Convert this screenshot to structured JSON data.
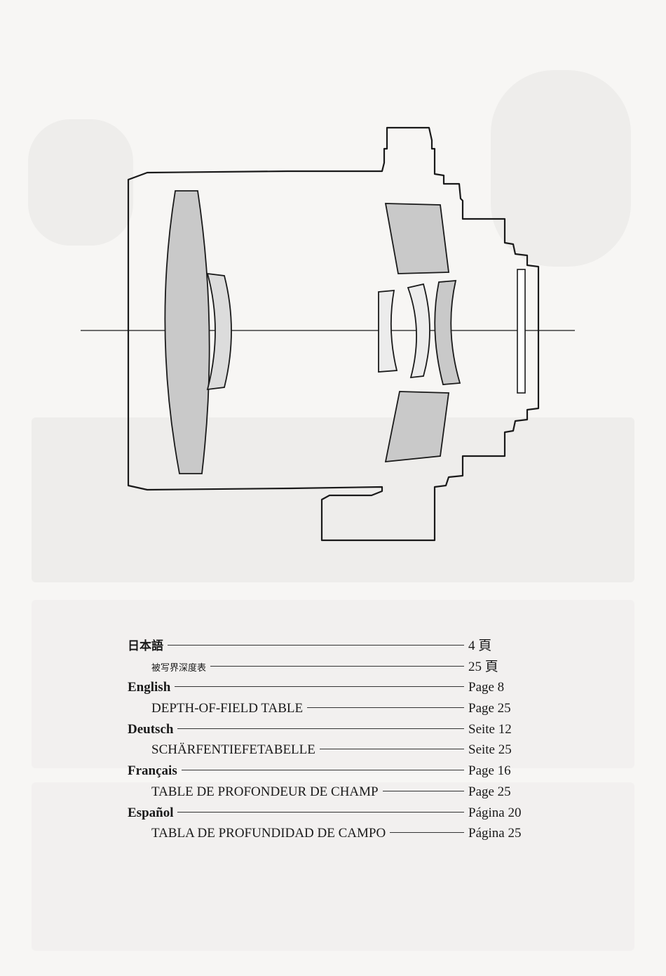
{
  "toc": [
    {
      "label": "日本語",
      "page": "4 頁",
      "level": "top",
      "script": "jp"
    },
    {
      "label": "被写界深度表",
      "page": "25 頁",
      "level": "sub",
      "script": "jp"
    },
    {
      "label": "English",
      "page": "Page 8",
      "level": "top",
      "script": "latin"
    },
    {
      "label": "DEPTH-OF-FIELD TABLE",
      "page": "Page 25",
      "level": "sub",
      "script": "latin"
    },
    {
      "label": "Deutsch",
      "page": "Seite 12",
      "level": "top",
      "script": "latin"
    },
    {
      "label": "SCHÄRFENTIEFETABELLE",
      "page": "Seite 25",
      "level": "sub",
      "script": "latin"
    },
    {
      "label": "Français",
      "page": "Page 16",
      "level": "top",
      "script": "latin"
    },
    {
      "label": "TABLE DE PROFONDEUR DE CHAMP",
      "page": "Page 25",
      "level": "sub",
      "script": "latin"
    },
    {
      "label": "Español",
      "page": "Página 20",
      "level": "top",
      "script": "latin"
    },
    {
      "label": "TABLA DE PROFUNDIDAD DE CAMPO",
      "page": "Página 25",
      "level": "sub",
      "script": "latin"
    }
  ],
  "colors": {
    "paper": "#f7f6f4",
    "lens_fill": "#c9c9c9",
    "outline": "#1a1a1a"
  }
}
